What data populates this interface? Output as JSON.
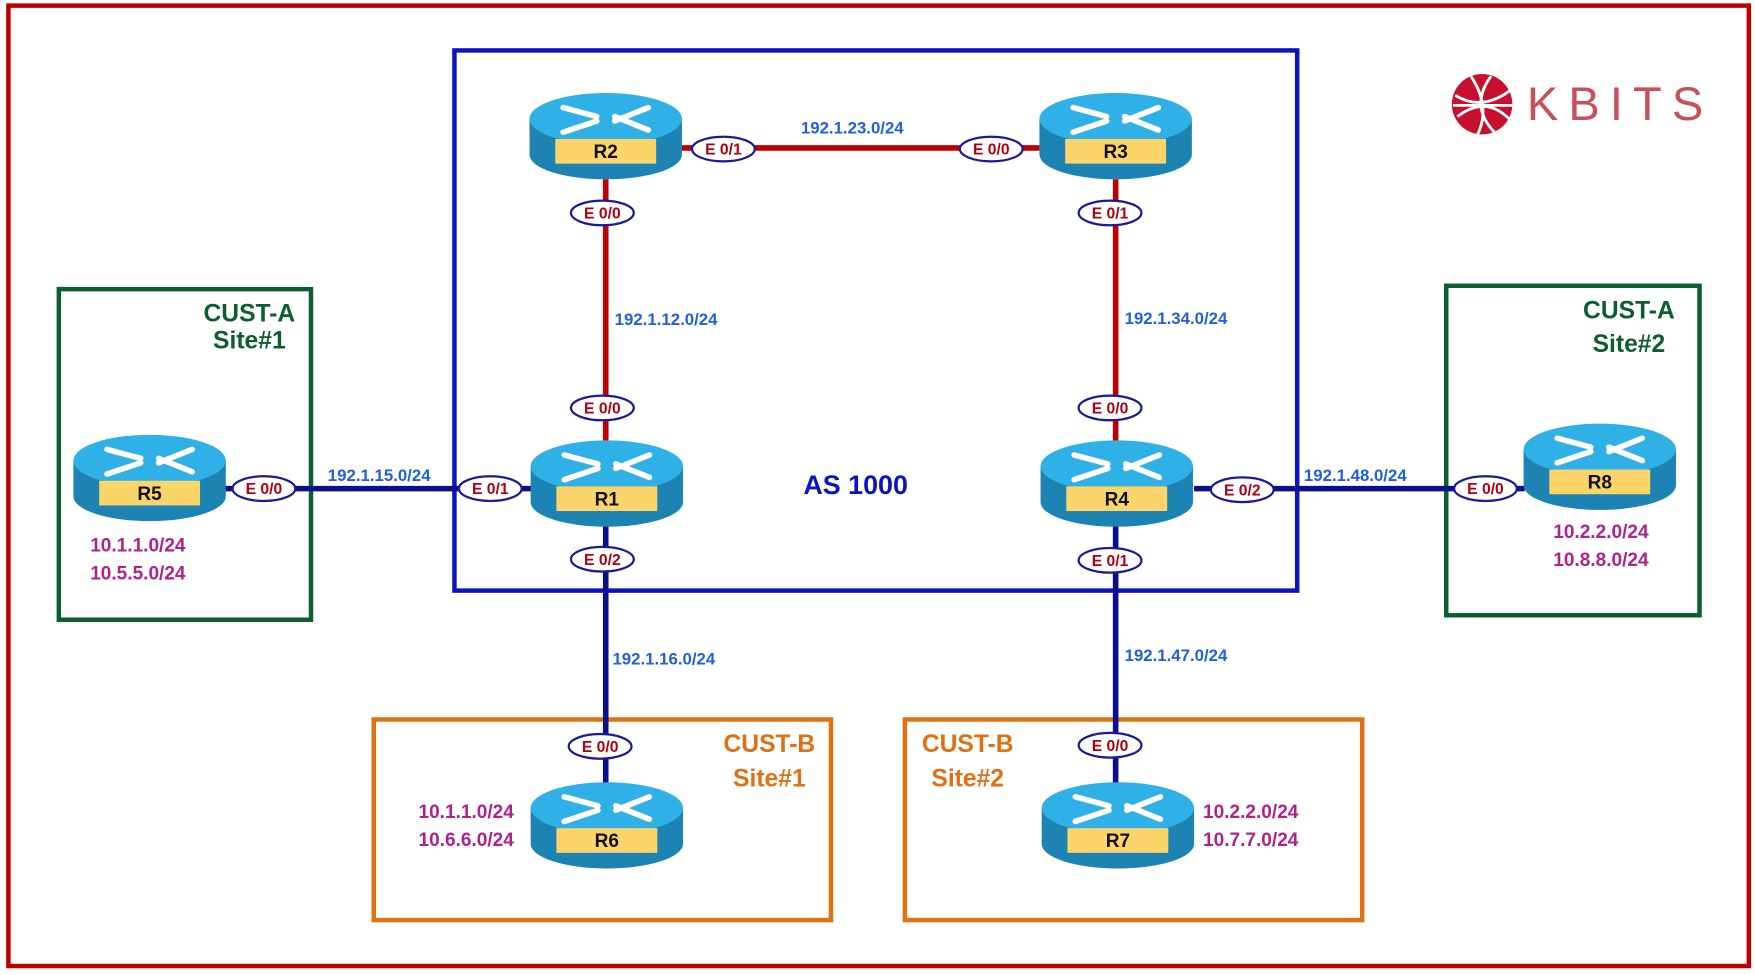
{
  "logo": {
    "text": "KBITS",
    "color": "#c8102e"
  },
  "colors": {
    "frame": "#c00000",
    "as_box": "#0a14c0",
    "cust_a": "#0b5e2e",
    "cust_b": "#e07010",
    "core_link": "#c00000",
    "edge_link": "#0a0f8c",
    "subnet_text": "#1f5fe0",
    "prefix_text": "#b0208f"
  },
  "as_label": "AS 1000",
  "sites": [
    {
      "id": "custA1",
      "line1": "CUST-A",
      "line2": "Site#1"
    },
    {
      "id": "custA2",
      "line1": "CUST-A",
      "line2": "Site#2"
    },
    {
      "id": "custB1",
      "line1": "CUST-B",
      "line2": "Site#1"
    },
    {
      "id": "custB2",
      "line1": "CUST-B",
      "line2": "Site#2"
    }
  ],
  "routers": [
    {
      "id": "R1",
      "label": "R1",
      "prefixes": []
    },
    {
      "id": "R2",
      "label": "R2",
      "prefixes": []
    },
    {
      "id": "R3",
      "label": "R3",
      "prefixes": []
    },
    {
      "id": "R4",
      "label": "R4",
      "prefixes": []
    },
    {
      "id": "R5",
      "label": "R5",
      "prefixes": [
        "10.1.1.0/24",
        "10.5.5.0/24"
      ]
    },
    {
      "id": "R6",
      "label": "R6",
      "prefixes": [
        "10.1.1.0/24",
        "10.6.6.0/24"
      ]
    },
    {
      "id": "R7",
      "label": "R7",
      "prefixes": [
        "10.2.2.0/24",
        "10.7.7.0/24"
      ]
    },
    {
      "id": "R8",
      "label": "R8",
      "prefixes": [
        "10.2.2.0/24",
        "10.8.8.0/24"
      ]
    }
  ],
  "links": [
    {
      "id": "r2r3",
      "subnet": "192.1.23.0/24",
      "a_if": "E 0/1",
      "b_if": "E 0/0"
    },
    {
      "id": "r2r1",
      "subnet": "192.1.12.0/24",
      "a_if": "E 0/0",
      "b_if": "E 0/0"
    },
    {
      "id": "r3r4",
      "subnet": "192.1.34.0/24",
      "a_if": "E 0/1",
      "b_if": "E 0/0"
    },
    {
      "id": "r5r1",
      "subnet": "192.1.15.0/24",
      "a_if": "E 0/0",
      "b_if": "E 0/1"
    },
    {
      "id": "r1r6",
      "subnet": "192.1.16.0/24",
      "a_if": "E 0/2",
      "b_if": "E 0/0"
    },
    {
      "id": "r4r7",
      "subnet": "192.1.47.0/24",
      "a_if": "E 0/1",
      "b_if": "E 0/0"
    },
    {
      "id": "r4r8",
      "subnet": "192.1.48.0/24",
      "a_if": "E 0/2",
      "b_if": "E 0/0"
    }
  ]
}
